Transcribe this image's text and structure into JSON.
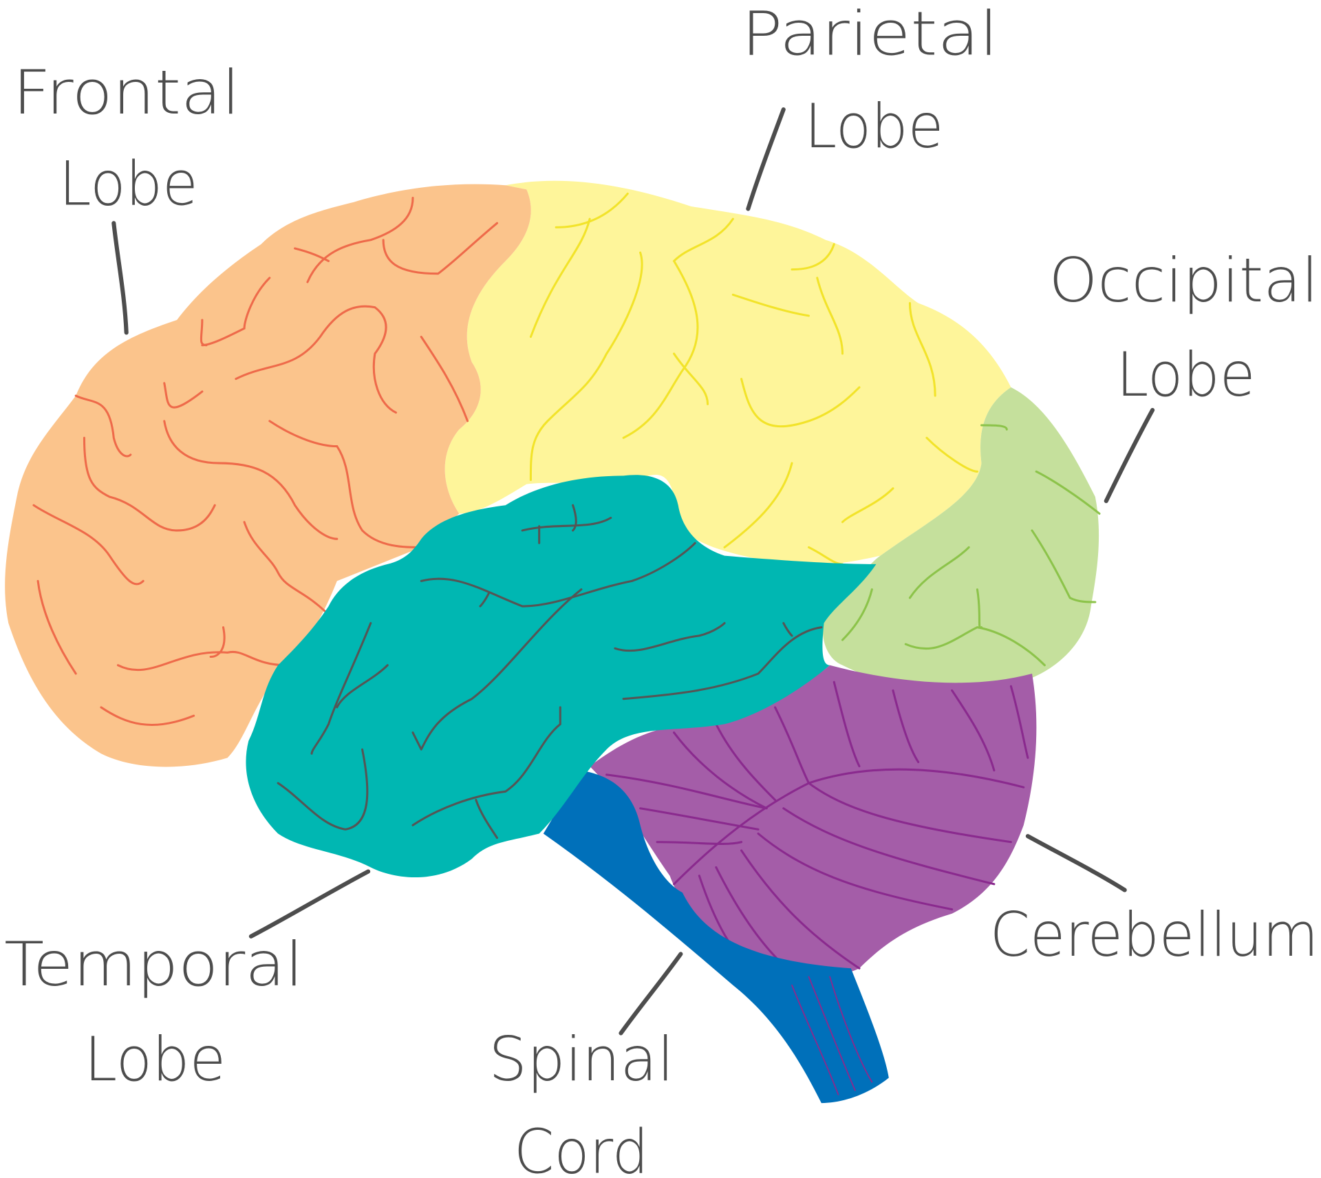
{
  "labels": {
    "frontal": {
      "line1": "Frontal",
      "line2": "Lobe"
    },
    "parietal": {
      "line1": "Parietal",
      "line2": "Lobe"
    },
    "occipital": {
      "line1": "Occipital",
      "line2": "Lobe"
    },
    "temporal": {
      "line1": "Temporal",
      "line2": "Lobe"
    },
    "spinal": {
      "line1": "Spinal",
      "line2": "Cord"
    },
    "cerebellum": {
      "line1": "Cerebellum"
    }
  },
  "colors": {
    "frontal": "#FBC48C",
    "frontal_vein": "#EE6A4A",
    "parietal": "#FEF59A",
    "parietal_vein": "#F2E32A",
    "occipital": "#C5E09C",
    "occipital_vein": "#8CC34A",
    "temporal": "#00B7B2",
    "temporal_vein": "#555555",
    "cerebellum": "#A45DA8",
    "cerebellum_vein": "#8A2A8E",
    "spinal": "#0070BA",
    "text": "#4D4D4D"
  }
}
